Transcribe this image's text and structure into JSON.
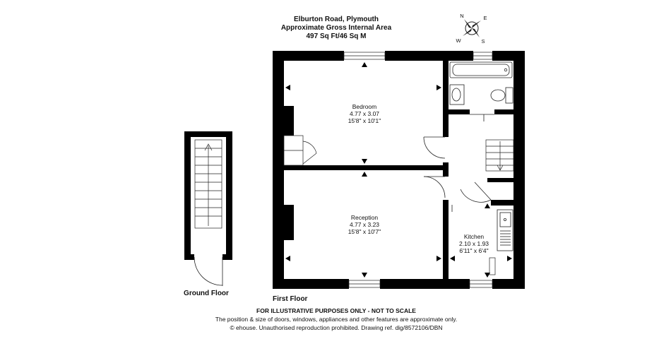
{
  "header": {
    "address": "Elburton Road, Plymouth",
    "area_title": "Approximate Gross Internal Area",
    "area_value": "497 Sq Ft/46 Sq M"
  },
  "compass": {
    "n": "N",
    "e": "E",
    "s": "S",
    "w": "W"
  },
  "rooms": {
    "bedroom": {
      "name": "Bedroom",
      "metric": "4.77 x 3.07",
      "imperial": "15'8\" x 10'1\""
    },
    "reception": {
      "name": "Reception",
      "metric": "4.77 x 3.23",
      "imperial": "15'8\" x 10'7\""
    },
    "kitchen": {
      "name": "Kitchen",
      "metric": "2.10 x 1.93",
      "imperial": "6'11\" x 6'4\""
    }
  },
  "floors": {
    "ground": "Ground Floor",
    "first": "First Floor"
  },
  "footer": {
    "line1": "FOR ILLUSTRATIVE PURPOSES ONLY - NOT TO SCALE",
    "line2": "The position & size of doors, windows, appliances and other features are approximate only.",
    "line3": "© ehouse. Unauthorised reproduction prohibited. Drawing ref. dig/8572106/DBN"
  },
  "colors": {
    "wall": "#000000",
    "background": "#ffffff",
    "fixture_stroke": "#222222"
  }
}
